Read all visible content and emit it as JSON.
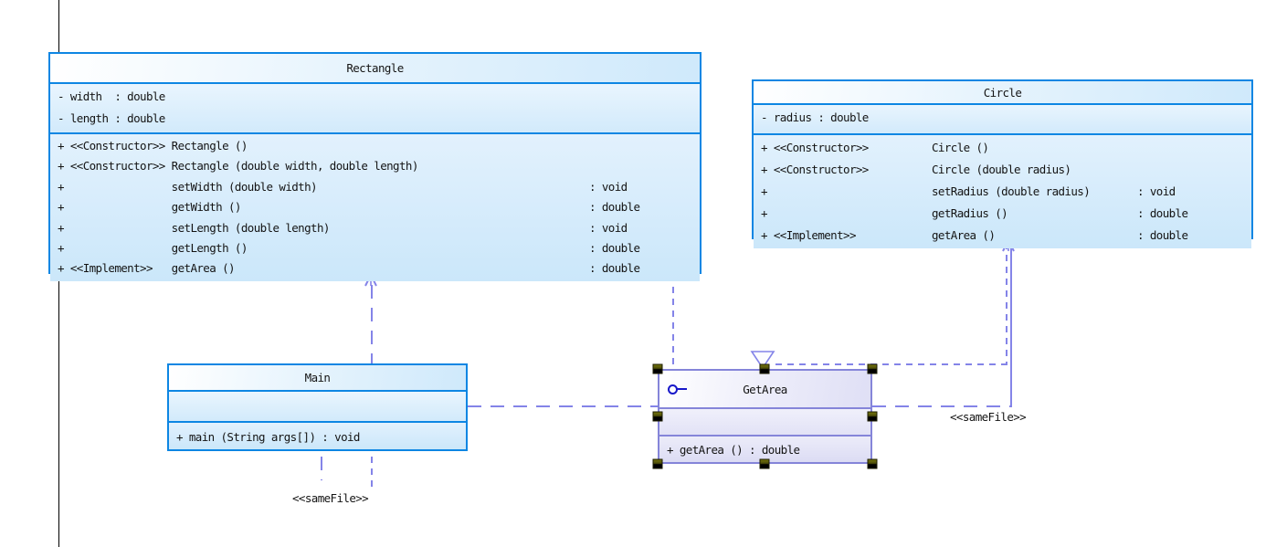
{
  "diagram": {
    "rect": {
      "title": "Rectangle",
      "attributes": [
        {
          "text": "- width  : double"
        },
        {
          "text": "- length : double"
        }
      ],
      "methods": [
        {
          "sig": "+ <<Constructor>> Rectangle ()",
          "ret": ""
        },
        {
          "sig": "+ <<Constructor>> Rectangle (double width, double length)",
          "ret": ""
        },
        {
          "sig": "+                 setWidth (double width)",
          "ret": ": void"
        },
        {
          "sig": "+                 getWidth ()",
          "ret": ": double"
        },
        {
          "sig": "+                 setLength (double length)",
          "ret": ": void"
        },
        {
          "sig": "+                 getLength ()",
          "ret": ": double"
        },
        {
          "sig": "+ <<Implement>>   getArea ()",
          "ret": ": double"
        }
      ]
    },
    "circle": {
      "title": "Circle",
      "attributes": [
        {
          "text": "- radius : double"
        }
      ],
      "methods": [
        {
          "sig": "+ <<Constructor>>          Circle ()",
          "ret": ""
        },
        {
          "sig": "+ <<Constructor>>          Circle (double radius)",
          "ret": ""
        },
        {
          "sig": "+                          setRadius (double radius)",
          "ret": ": void"
        },
        {
          "sig": "+                          getRadius ()",
          "ret": ": double"
        },
        {
          "sig": "+ <<Implement>>            getArea ()",
          "ret": ": double"
        }
      ]
    },
    "main": {
      "title": "Main",
      "methods": [
        {
          "sig": "+ main (String args[]) : void"
        }
      ]
    },
    "getarea": {
      "title": "GetArea",
      "methods": [
        {
          "sig": "+ getArea () : double"
        }
      ]
    },
    "labels": {
      "same_file_left": "<<sameFile>>",
      "same_file_right": "<<sameFile>>"
    },
    "colors": {
      "class_border": "#0d86e3",
      "class_fill_light": "#ffffff",
      "class_fill_blue": "#cde9fb",
      "interface_border": "#8585d9",
      "interface_fill": "#e3e3f7",
      "connector": "#8484e8",
      "lollipop_icon": "#1717c9",
      "selection_handle_olive": "#73730c",
      "selection_handle_black": "#000000",
      "page_line": "#000000",
      "text": "#141414"
    }
  }
}
